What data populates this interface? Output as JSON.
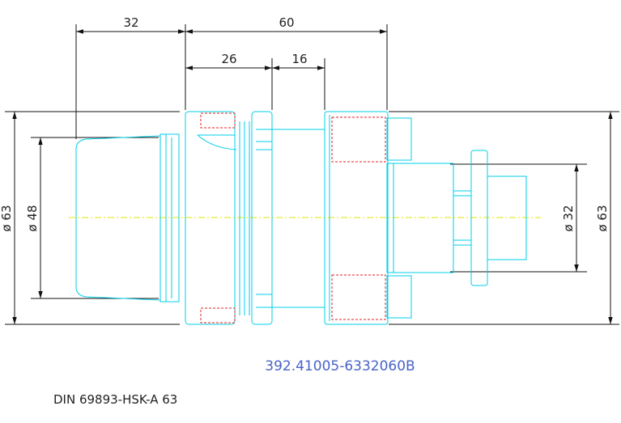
{
  "dimensions": {
    "top_left": "32",
    "top_right": "60",
    "inner_left": "26",
    "inner_right": "16",
    "left_outer_dia": "ø 63",
    "left_inner_dia": "ø 48",
    "right_inner_dia": "ø 32",
    "right_outer_dia": "ø 63"
  },
  "part_number": "392.41005-6332060B",
  "standard": "DIN 69893-HSK-A 63",
  "colors": {
    "outline": "#00cfe8",
    "hidden_lines": "#e02020",
    "center_axis": "#e6e600",
    "part_number": "#4a63c8",
    "dimension_lines": "#111111"
  }
}
